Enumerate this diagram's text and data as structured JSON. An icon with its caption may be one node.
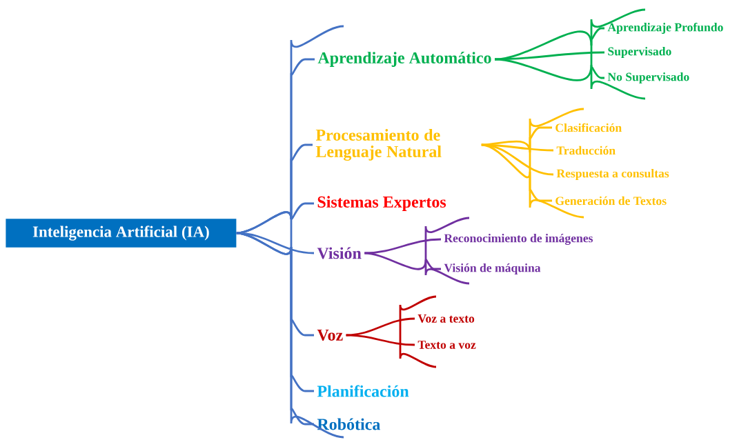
{
  "diagram": {
    "nodes": [
      {
        "text": [
          "Inteligencia Artificial (IA)"
        ]
      },
      {
        "text": [
          "Aprendizaje Automático"
        ]
      },
      {
        "text": [
          "Aprendizaje Profundo"
        ]
      },
      {
        "text": [
          "Supervisado"
        ]
      },
      {
        "text": [
          "No Supervisado"
        ]
      },
      {
        "text": [
          "Procesamiento de Lenguaje Natural"
        ]
      },
      {
        "text": [
          "Clasificación"
        ]
      },
      {
        "text": [
          "Traducción"
        ]
      },
      {
        "text": [
          "Respuesta a consultas"
        ]
      },
      {
        "text": [
          "Generación de Textos"
        ]
      },
      {
        "text": [
          "Sistemas Expertos"
        ]
      },
      {
        "text": [
          "Visión"
        ]
      },
      {
        "text": [
          "Reconocimiento de imágenes"
        ]
      },
      {
        "text": [
          "Visión de máquina"
        ]
      },
      {
        "text": [
          "Voz"
        ]
      },
      {
        "text": [
          "Voz a texto"
        ]
      },
      {
        "text": [
          "Texto a voz"
        ]
      },
      {
        "text": [
          "Planificación"
        ]
      },
      {
        "text": [
          "Robótica"
        ]
      }
    ],
    "edges": [
      {
        "from": 0,
        "to": 1,
        "arrow": "none"
      },
      {
        "from": 0,
        "to": 5,
        "arrow": "none"
      },
      {
        "from": 0,
        "to": 10,
        "arrow": "none"
      },
      {
        "from": 0,
        "to": 11,
        "arrow": "none"
      },
      {
        "from": 0,
        "to": 14,
        "arrow": "none"
      },
      {
        "from": 0,
        "to": 17,
        "arrow": "none"
      },
      {
        "from": 0,
        "to": 18,
        "arrow": "none"
      },
      {
        "from": 1,
        "to": 2,
        "arrow": "none",
        "color": "#00b050"
      },
      {
        "from": 1,
        "to": 3,
        "arrow": "none",
        "color": "#00b050"
      },
      {
        "from": 1,
        "to": 4,
        "arrow": "none",
        "color": "#00b050"
      },
      {
        "from": 5,
        "to": 6,
        "arrow": "none",
        "color": "#ffc000"
      },
      {
        "from": 5,
        "to": 7,
        "arrow": "none",
        "color": "#ffc000"
      },
      {
        "from": 5,
        "to": 8,
        "arrow": "none",
        "color": "#ffc000"
      },
      {
        "from": 5,
        "to": 9,
        "arrow": "none",
        "color": "#ffc000"
      },
      {
        "from": 11,
        "to": 12,
        "arrow": "none",
        "color": "#7030a0"
      },
      {
        "from": 11,
        "to": 13,
        "arrow": "none",
        "color": "#7030a0"
      },
      {
        "from": 14,
        "to": 15,
        "arrow": "none",
        "color": "#c00000"
      },
      {
        "from": 14,
        "to": 16,
        "arrow": "none",
        "color": "#c00000"
      }
    ]
  }
}
